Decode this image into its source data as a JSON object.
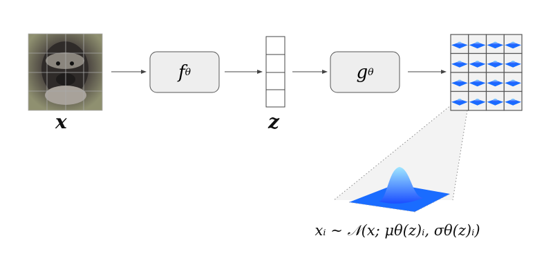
{
  "input": {
    "label": "x",
    "image": "gorilla-face-photo"
  },
  "encoder": {
    "symbol": "f",
    "subscript": "θ"
  },
  "latent": {
    "label": "z",
    "cells": 4
  },
  "decoder": {
    "symbol": "g",
    "subscript": "θ"
  },
  "output": {
    "grid_rows": 4,
    "grid_cols": 4,
    "cell_content": "gaussian-surface-plot"
  },
  "formula": {
    "text": "xᵢ ∼ 𝒩(x; μθ(z)ᵢ, σθ(z)ᵢ)"
  },
  "colors": {
    "box_fill": "#eeeeee",
    "box_stroke": "#555555",
    "gaussian": "#1a6cff",
    "arrow": "#444444"
  }
}
